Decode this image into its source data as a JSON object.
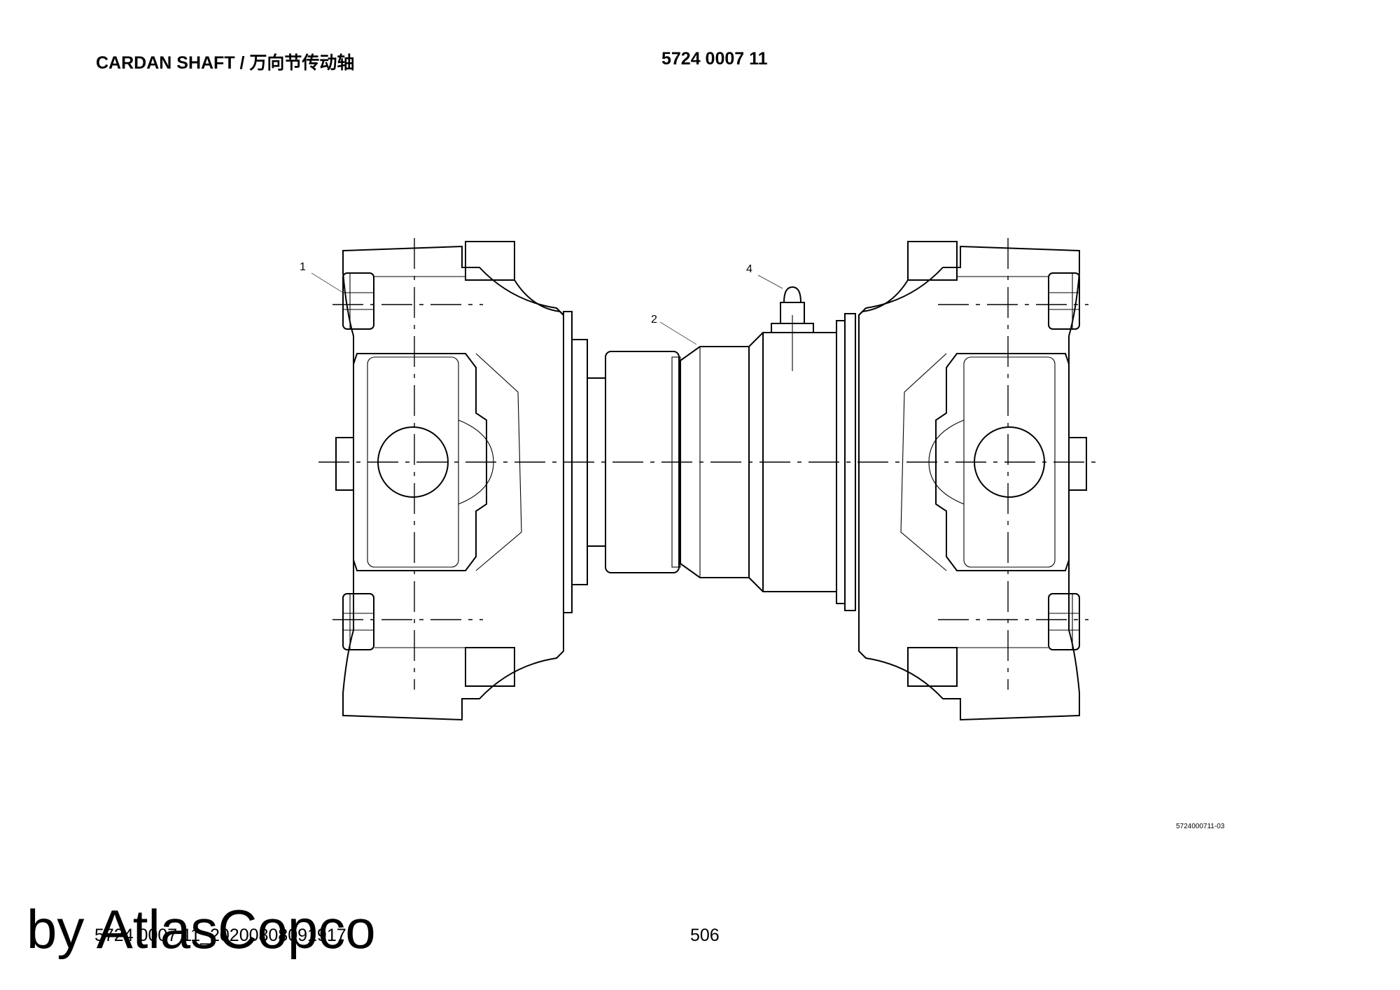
{
  "header": {
    "title": "CARDAN SHAFT / 万向节传动轴",
    "doc_number": "5724 0007 11"
  },
  "drawing": {
    "callouts": [
      "1",
      "2",
      "4"
    ],
    "figure_ref": "5724000711-03"
  },
  "footer": {
    "doc_id": "5724 0007 11_20200808091917",
    "page_number": "506",
    "watermark": "by AtlasCopco"
  }
}
